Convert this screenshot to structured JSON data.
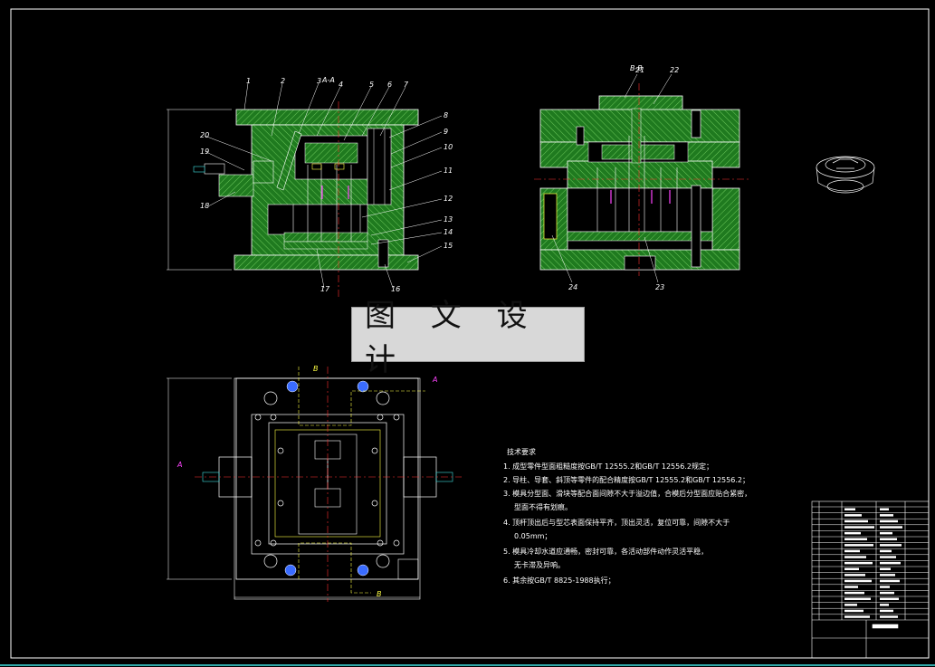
{
  "watermark": {
    "text": "图 文 设 计"
  },
  "views": {
    "section_aa": {
      "label": "A-A"
    },
    "section_bb": {
      "label": "B-B"
    },
    "section_marker": "A",
    "section_marker_b": "B"
  },
  "part_numbers_left": [
    "1",
    "2",
    "3",
    "4",
    "5",
    "6",
    "7",
    "8",
    "9",
    "10",
    "11",
    "12",
    "13",
    "14",
    "15",
    "16",
    "17",
    "18",
    "19",
    "20"
  ],
  "part_numbers_right": [
    "21",
    "22",
    "23",
    "24"
  ],
  "tech_notes": {
    "title": "技术要求",
    "items": [
      "1. 成型零件型面粗糙度按GB/T 12555.2和GB/T 12556.2规定；",
      "2. 导柱、导套、斜顶等零件的配合精度按GB/T 12555.2和GB/T 12556.2；",
      "3. 模具分型面、滑块等配合面间隙不大于溢边值，合模后分型面应贴合紧密，",
      "4. 顶杆顶出后与型芯表面保持平齐，顶出灵活，复位可靠，间隙不大于",
      "5. 模具冷却水道应通畅，密封可靠，各活动部件动作灵活平稳，",
      "6. 其余按GB/T 8825-1988执行；"
    ],
    "sub": [
      "型面不得有划痕。",
      "0.05mm；",
      "无卡滞及异响。"
    ]
  },
  "colors": {
    "background": "#000000",
    "hatch": "#2e8b2e",
    "outline": "#ffffff",
    "centerline": "#ff3030",
    "dimension": "#ffffff",
    "magenta": "#ff44ff",
    "yellow": "#ffff44",
    "blue": "#3a6cff",
    "cyan": "#40e0e0"
  }
}
